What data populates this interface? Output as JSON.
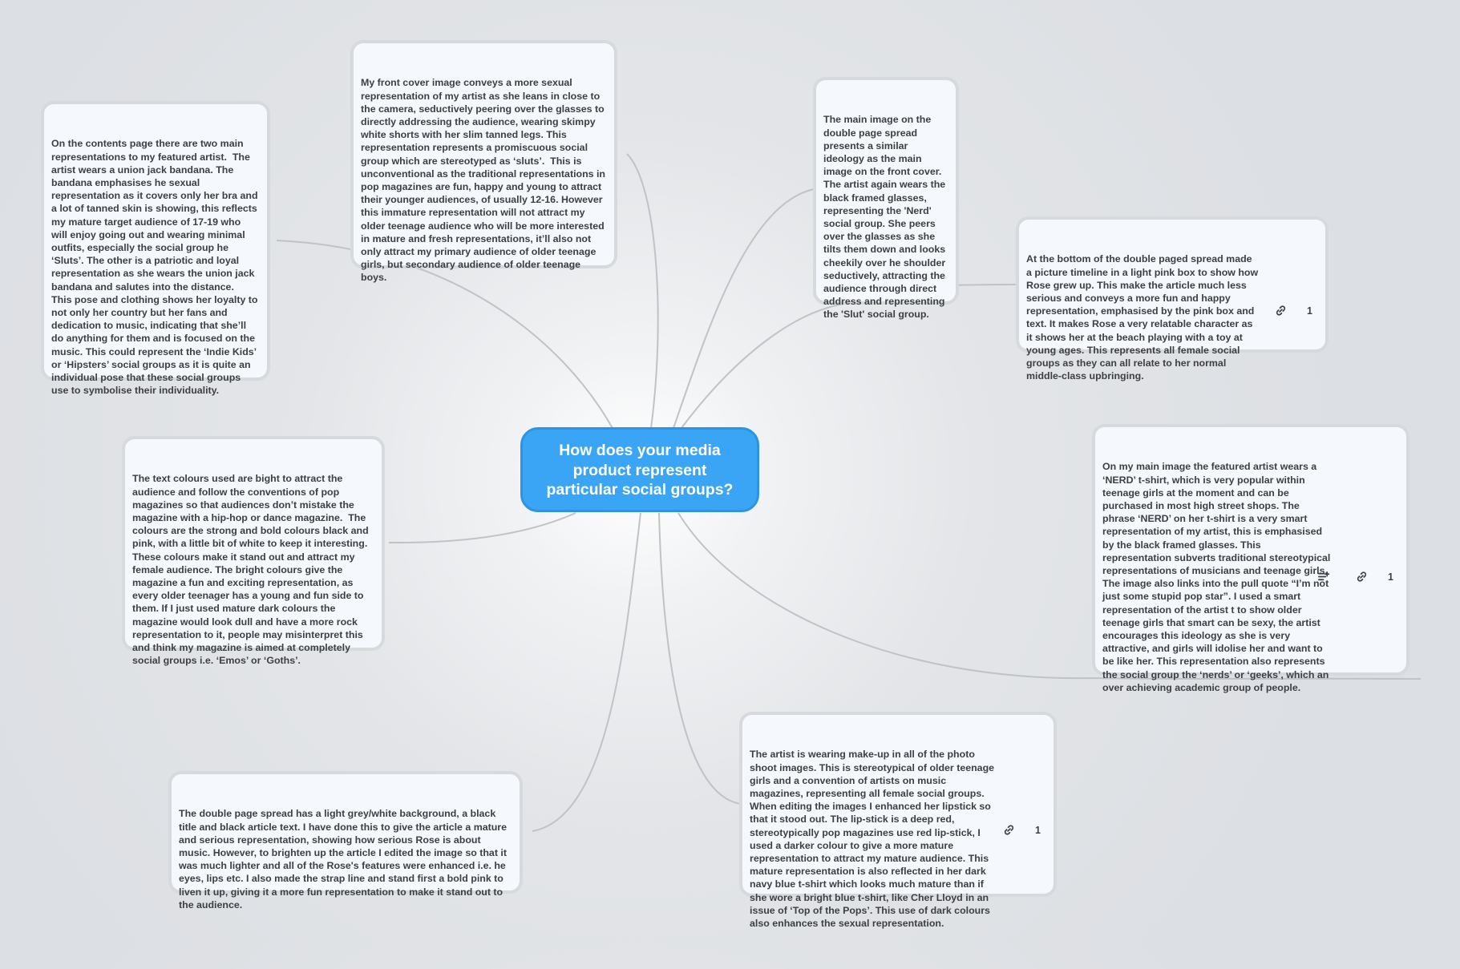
{
  "central_topic": "How does your media product represent particular social groups?",
  "nodes": [
    {
      "id": "contents",
      "text": "On the contents page there are two main representations to my featured artist.  The artist wears a union jack bandana. The bandana emphasises he sexual representation as it covers only her bra and a lot of tanned skin is showing, this reflects my mature target audience of 17-19 who will enjoy going out and wearing minimal outfits, especially the social group he ‘Sluts’. The other is a patriotic and loyal representation as she wears the union jack bandana and salutes into the distance.  This pose and clothing shows her loyalty to not only her country but her fans and dedication to music, indicating that she’ll do anything for them and is focused on the music. This could represent the ‘Indie Kids’ or ‘Hipsters’ social groups as it is quite an individual pose that these social groups use to symbolise their individuality."
    },
    {
      "id": "front-cover",
      "text": "My front cover image conveys a more sexual representation of my artist as she leans in close to the camera, seductively peering over the glasses to directly addressing the audience, wearing skimpy white shorts with her slim tanned legs. This representation represents a promiscuous social group which are stereotyped as ‘sluts’.  This is unconventional as the traditional representations in pop magazines are fun, happy and young to attract their younger audiences, of usually 12-16. However this immature representation will not attract my older teenage audience who will be more interested in mature and fresh representations, it’ll also not only attract my primary audience of older teenage girls, but secondary audience of older teenage boys."
    },
    {
      "id": "double-page-main",
      "text": "The main image on the double page spread presents a similar ideology as the main image on the front cover. The artist again wears the black framed glasses, representing the 'Nerd' social group. She peers over the glasses as she tilts them down and looks cheekily over he shoulder seductively, attracting the audience through direct address and representing the 'Slut' social group."
    },
    {
      "id": "timeline",
      "text": "At the bottom of the double paged spread made a picture timeline in a light pink box to show how Rose grew up. This make the article much less serious and conveys a more fun and happy representation, emphasised by the pink box and text. It makes Rose a very relatable character as it shows her at the beach playing with a toy at young ages. This represents all female social groups as they can all relate to her normal middle-class upbringing.",
      "link_count": "1"
    },
    {
      "id": "nerd-tshirt",
      "text": "On my main image the featured artist wears a ‘NERD’ t-shirt, which is very popular within teenage girls at the moment and can be purchased in most high street shops. The phrase ‘NERD’ on her t-shirt is a very smart representation of my artist, this is emphasised by the black framed glasses. This representation subverts traditional stereotypical representations of musicians and teenage girls. The image also links into the pull quote “I’m not just some stupid pop star”. I used a smart representation of the artist t to show older teenage girls that smart can be sexy, the artist encourages this ideology as she is very attractive, and girls will idolise her and want to be like her. This representation also represents the social group the ‘nerds’ or ‘geeks’, which an over achieving academic group of people.",
      "link_count": "1"
    },
    {
      "id": "makeup",
      "text": "The artist is wearing make-up in all of the photo shoot images. This is stereotypical of older teenage girls and a convention of artists on music magazines, representing all female social groups. When editing the images I enhanced her lipstick so that it stood out. The lip-stick is a deep red, stereotypically pop magazines use red lip-stick, I used a darker colour to give a more mature representation to attract my mature audience. This mature representation is also reflected in her dark navy blue t-shirt which looks much mature than if she wore a bright blue t-shirt, like Cher Lloyd in an issue of ‘Top of the Pops’. This use of dark colours also enhances the sexual representation.",
      "link_count": "1"
    },
    {
      "id": "background",
      "text": "The double page spread has a light grey/white background, a black title and black article text. I have done this to give the article a mature and serious representation, showing how serious Rose is about music. However, to brighten up the article I edited the image so that it was much lighter and all of the Rose's features were enhanced i.e. he eyes, lips etc. I also made the strap line and stand first a bold pink to liven it up, giving it a more fun representation to make it stand out to the audience."
    },
    {
      "id": "text-colours",
      "text": "The text colours used are bight to attract the audience and follow the conventions of pop magazines so that audiences don’t mistake the magazine with a hip-hop or dance magazine.  The colours are the strong and bold colours black and pink, with a little bit of white to keep it interesting.  These colours make it stand out and attract my female audience. The bright colours give the magazine a fun and exciting representation, as every older teenager has a young and fun side to them. If I just used mature dark colours the magazine would look dull and have a more rock representation to it, people may misinterpret this and think my magazine is aimed at completely social groups i.e. ‘Emos’ or ‘Goths’."
    }
  ],
  "icons": {
    "link": "link-icon",
    "notes": "notes-icon"
  },
  "colors": {
    "central_fill": "#3aa5f5",
    "node_fill": "#f5f8fc",
    "node_border": "#d7dadd",
    "connector": "#bfc3c8"
  }
}
